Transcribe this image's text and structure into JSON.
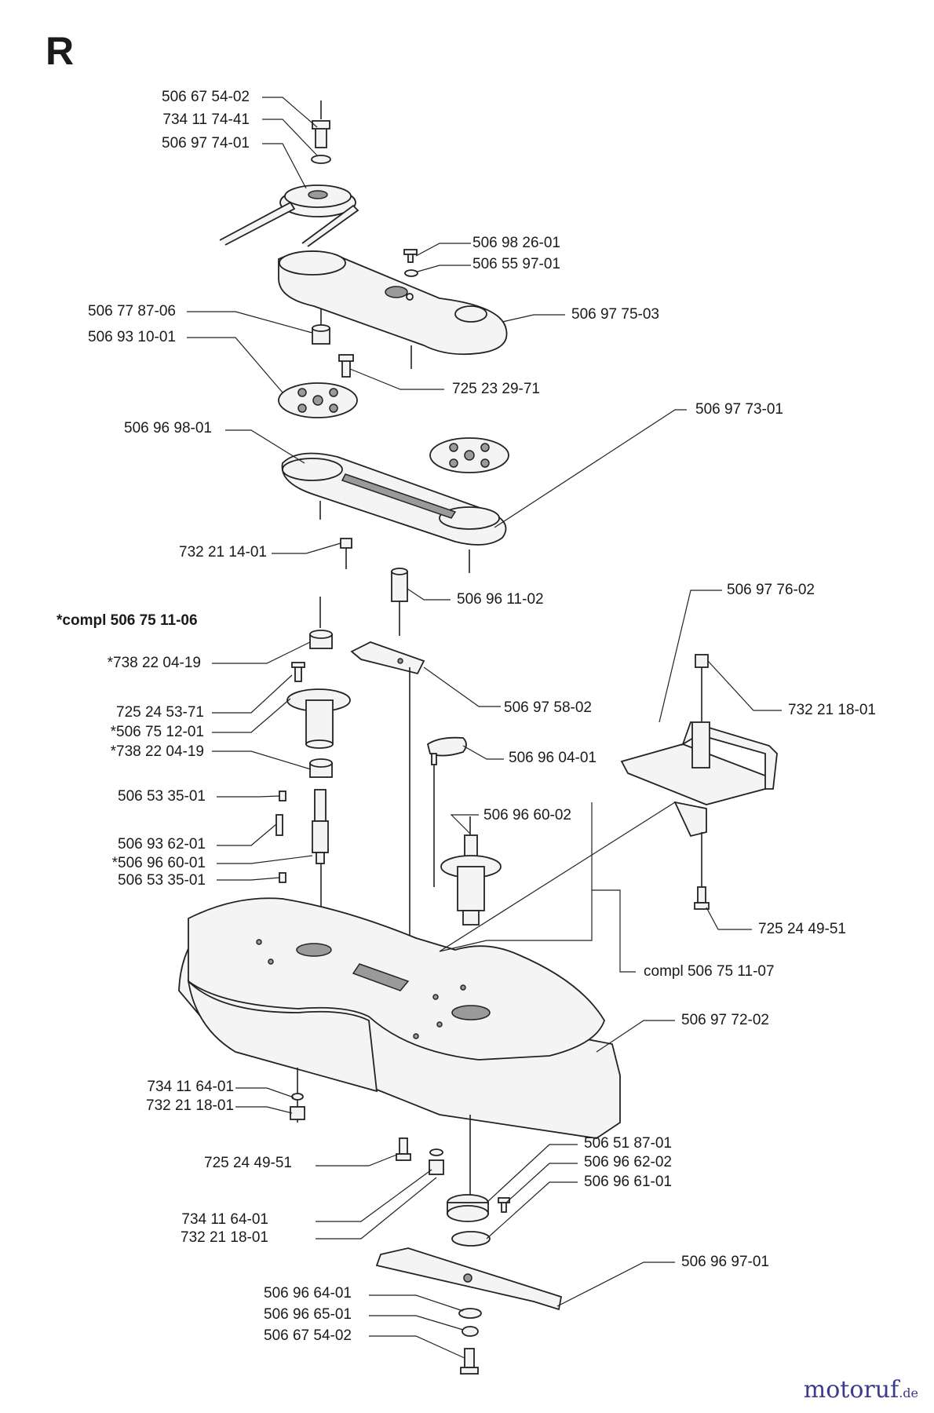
{
  "section_letter": "R",
  "set_note": "*compl 506 75 11-06",
  "watermark": {
    "brand": "motoruf",
    "tld": ".de"
  },
  "part_labels": [
    "506 67 54-02",
    "734 11 74-41",
    "506 97 74-01",
    "506 98 26-01",
    "506 55 97-01",
    "506 97 75-03",
    "506 77 87-06",
    "506 93 10-01",
    "725 23 29-71",
    "506 97 73-01",
    "506 96 98-01",
    "732 21 14-01",
    "506 96 11-02",
    "506 97 76-02",
    "*738 22 04-19",
    "725 24 53-71",
    "*506 75 12-01",
    "*738 22 04-19",
    "506 97 58-02",
    "732 21 18-01",
    "506 96 04-01",
    "506 53 35-01",
    "506 96 60-02",
    "506 93 62-01",
    "*506 96 60-01",
    "506 53 35-01",
    "725 24 49-51",
    "compl 506 75 11-07",
    "506 97 72-02",
    "734 11 64-01",
    "732 21 18-01",
    "725 24 49-51",
    "506 51 87-01",
    "506 96 62-02",
    "506 96 61-01",
    "734 11 64-01",
    "732 21 18-01",
    "506 96 97-01",
    "506 96 64-01",
    "506 96 65-01",
    "506 67 54-02"
  ]
}
